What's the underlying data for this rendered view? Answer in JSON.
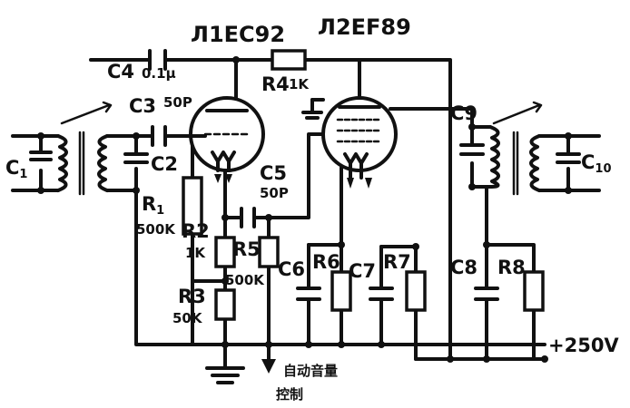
{
  "tubes": {
    "l1_prefix": "Л",
    "l1_suffix": "1EC92",
    "l2_prefix": "Л",
    "l2_suffix": "2EF89"
  },
  "components": {
    "c1": "C",
    "c1_sub": "1",
    "c2": "C2",
    "c3": "C3",
    "c3_value": "50P",
    "c4": "C4",
    "c4_value": "0.1μ",
    "c5": "C5",
    "c5_value": "50P",
    "c6": "C6",
    "c7": "C7",
    "c8": "C8",
    "c9": "C9",
    "c10": "C",
    "c10_sub": "10",
    "r1": "R",
    "r1_sub": "1",
    "r1_value": "500K",
    "r2": "R2",
    "r2_value": "1K",
    "r3": "R3",
    "r3_value": "50K",
    "r4": "R4",
    "r4_value": "1K",
    "r5": "R5",
    "r5_value": "500K",
    "r6": "R6",
    "r7": "R7",
    "r8": "R8"
  },
  "supply": {
    "voltage": "+250V"
  },
  "agc": {
    "line1": "自动音量",
    "line2": "控制"
  }
}
